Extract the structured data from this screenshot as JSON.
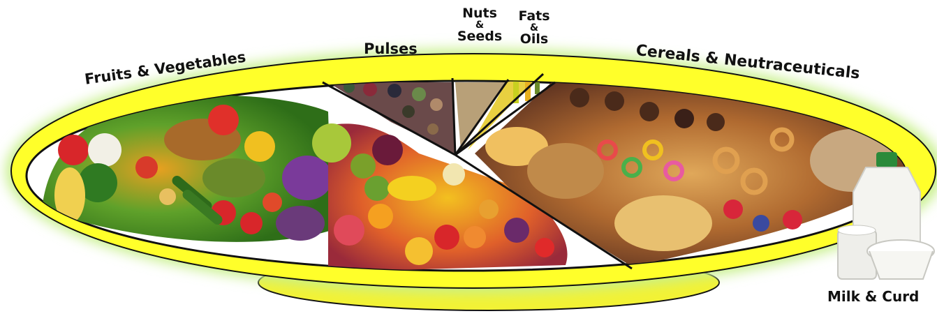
{
  "labels": {
    "fruits_vegetables": "Fruits & Vegetables",
    "pulses": "Pulses",
    "nuts_seeds": [
      "Nuts",
      "&",
      "Seeds"
    ],
    "fats_oils": [
      "Fats",
      "&",
      "Oils"
    ],
    "cereals": "Cereals & Neutraceuticals",
    "milk_curd": "Milk & Curd"
  },
  "colors": {
    "plate_rim": "#ffff2a",
    "plate_glow": "#c8f08c",
    "plate_outline": "#111111",
    "plate_inner": "#ffffff"
  },
  "segments": [
    {
      "name": "fruits-vegetables",
      "icon": "vegetable-pile-illustration"
    },
    {
      "name": "fruits",
      "icon": "fruit-pile-illustration"
    },
    {
      "name": "pulses",
      "icon": "pulses-illustration"
    },
    {
      "name": "nuts-seeds",
      "icon": "nuts-illustration"
    },
    {
      "name": "fats-oils",
      "icon": "oil-bottles-illustration"
    },
    {
      "name": "cereals",
      "icon": "cereal-pile-illustration"
    },
    {
      "name": "milk-curd",
      "icon": "milk-bottle-illustration"
    }
  ]
}
